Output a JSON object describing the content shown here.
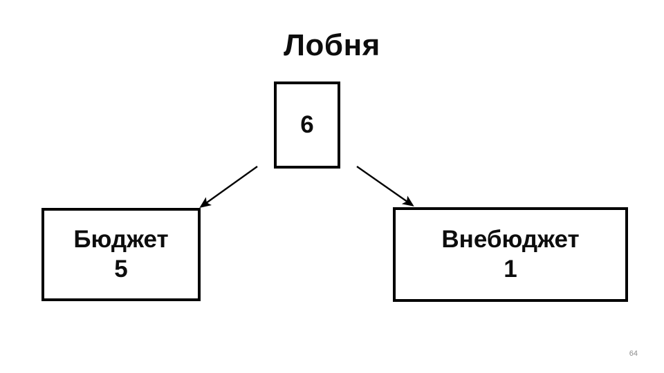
{
  "slide": {
    "title": "Лобня",
    "page_number": "64",
    "background_color": "#ffffff",
    "line_color": "#000000",
    "text_color": "#0d0d0d"
  },
  "diagram": {
    "type": "hierarchy",
    "root": {
      "name": "root-total",
      "label": "",
      "value": "6"
    },
    "children": [
      {
        "name": "budget",
        "label": "Бюджет",
        "value": "5"
      },
      {
        "name": "extrabudget",
        "label": "Внебюджет",
        "value": "1"
      }
    ],
    "edges": [
      {
        "from": "root-total",
        "to": "budget",
        "arrow": "arrow-left"
      },
      {
        "from": "root-total",
        "to": "extrabudget",
        "arrow": "arrow-right"
      }
    ]
  }
}
